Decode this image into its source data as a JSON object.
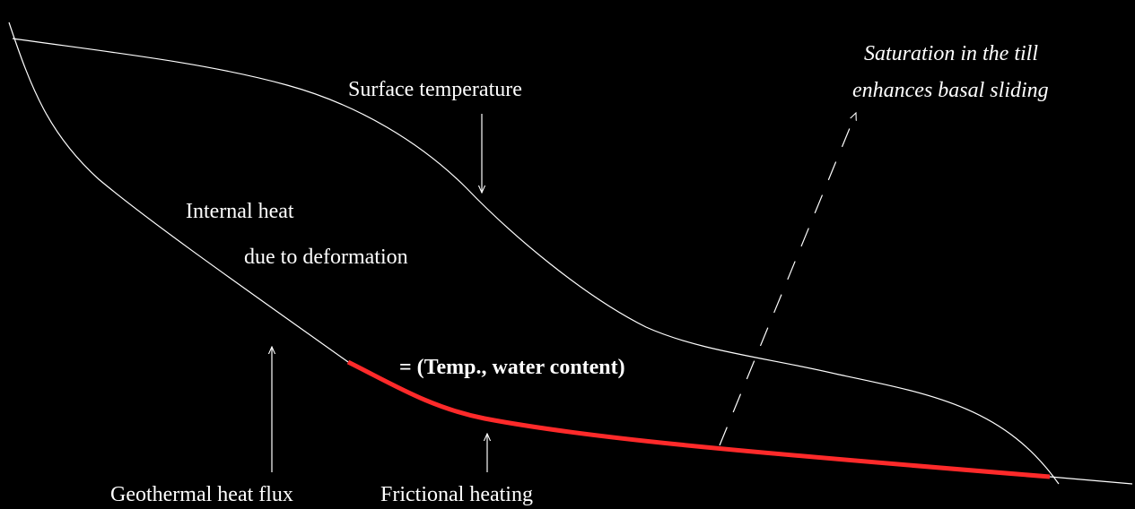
{
  "labels": {
    "surface_temperature": "Surface temperature",
    "internal_heat_line1": "Internal heat",
    "internal_heat_line2": "due to deformation",
    "equation": "= (Temp., water content)",
    "geothermal_heat_flux": "Geothermal heat flux",
    "frictional_heating": "Frictional heating",
    "saturation_line1": "Saturation in the till",
    "saturation_line2": "enhances basal sliding"
  },
  "colors": {
    "background": "#000000",
    "line": "#ffffff",
    "frictional_zone": "#ff2a2a"
  }
}
